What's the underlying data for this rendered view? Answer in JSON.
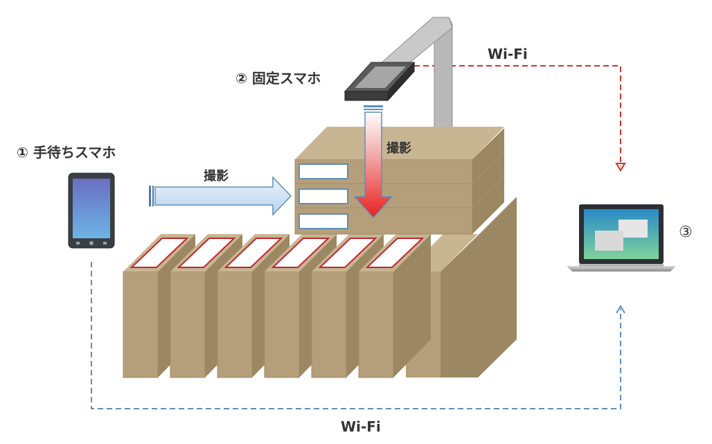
{
  "labels": {
    "handheld_phone": "① 手待ちスマホ",
    "fixed_phone": "② 固定スマホ",
    "pc_number": "③",
    "capture_side": "撮影",
    "capture_top": "撮影",
    "wifi_top": "Wi-Fi",
    "wifi_bottom": "Wi-Fi"
  },
  "colors": {
    "box_front": "#b59f7a",
    "box_side": "#9c8763",
    "box_top": "#c8b592",
    "label_red": "#c0262c",
    "wifi_red": "#d0302a",
    "wifi_blue": "#5c8fb8",
    "text": "#333333"
  }
}
